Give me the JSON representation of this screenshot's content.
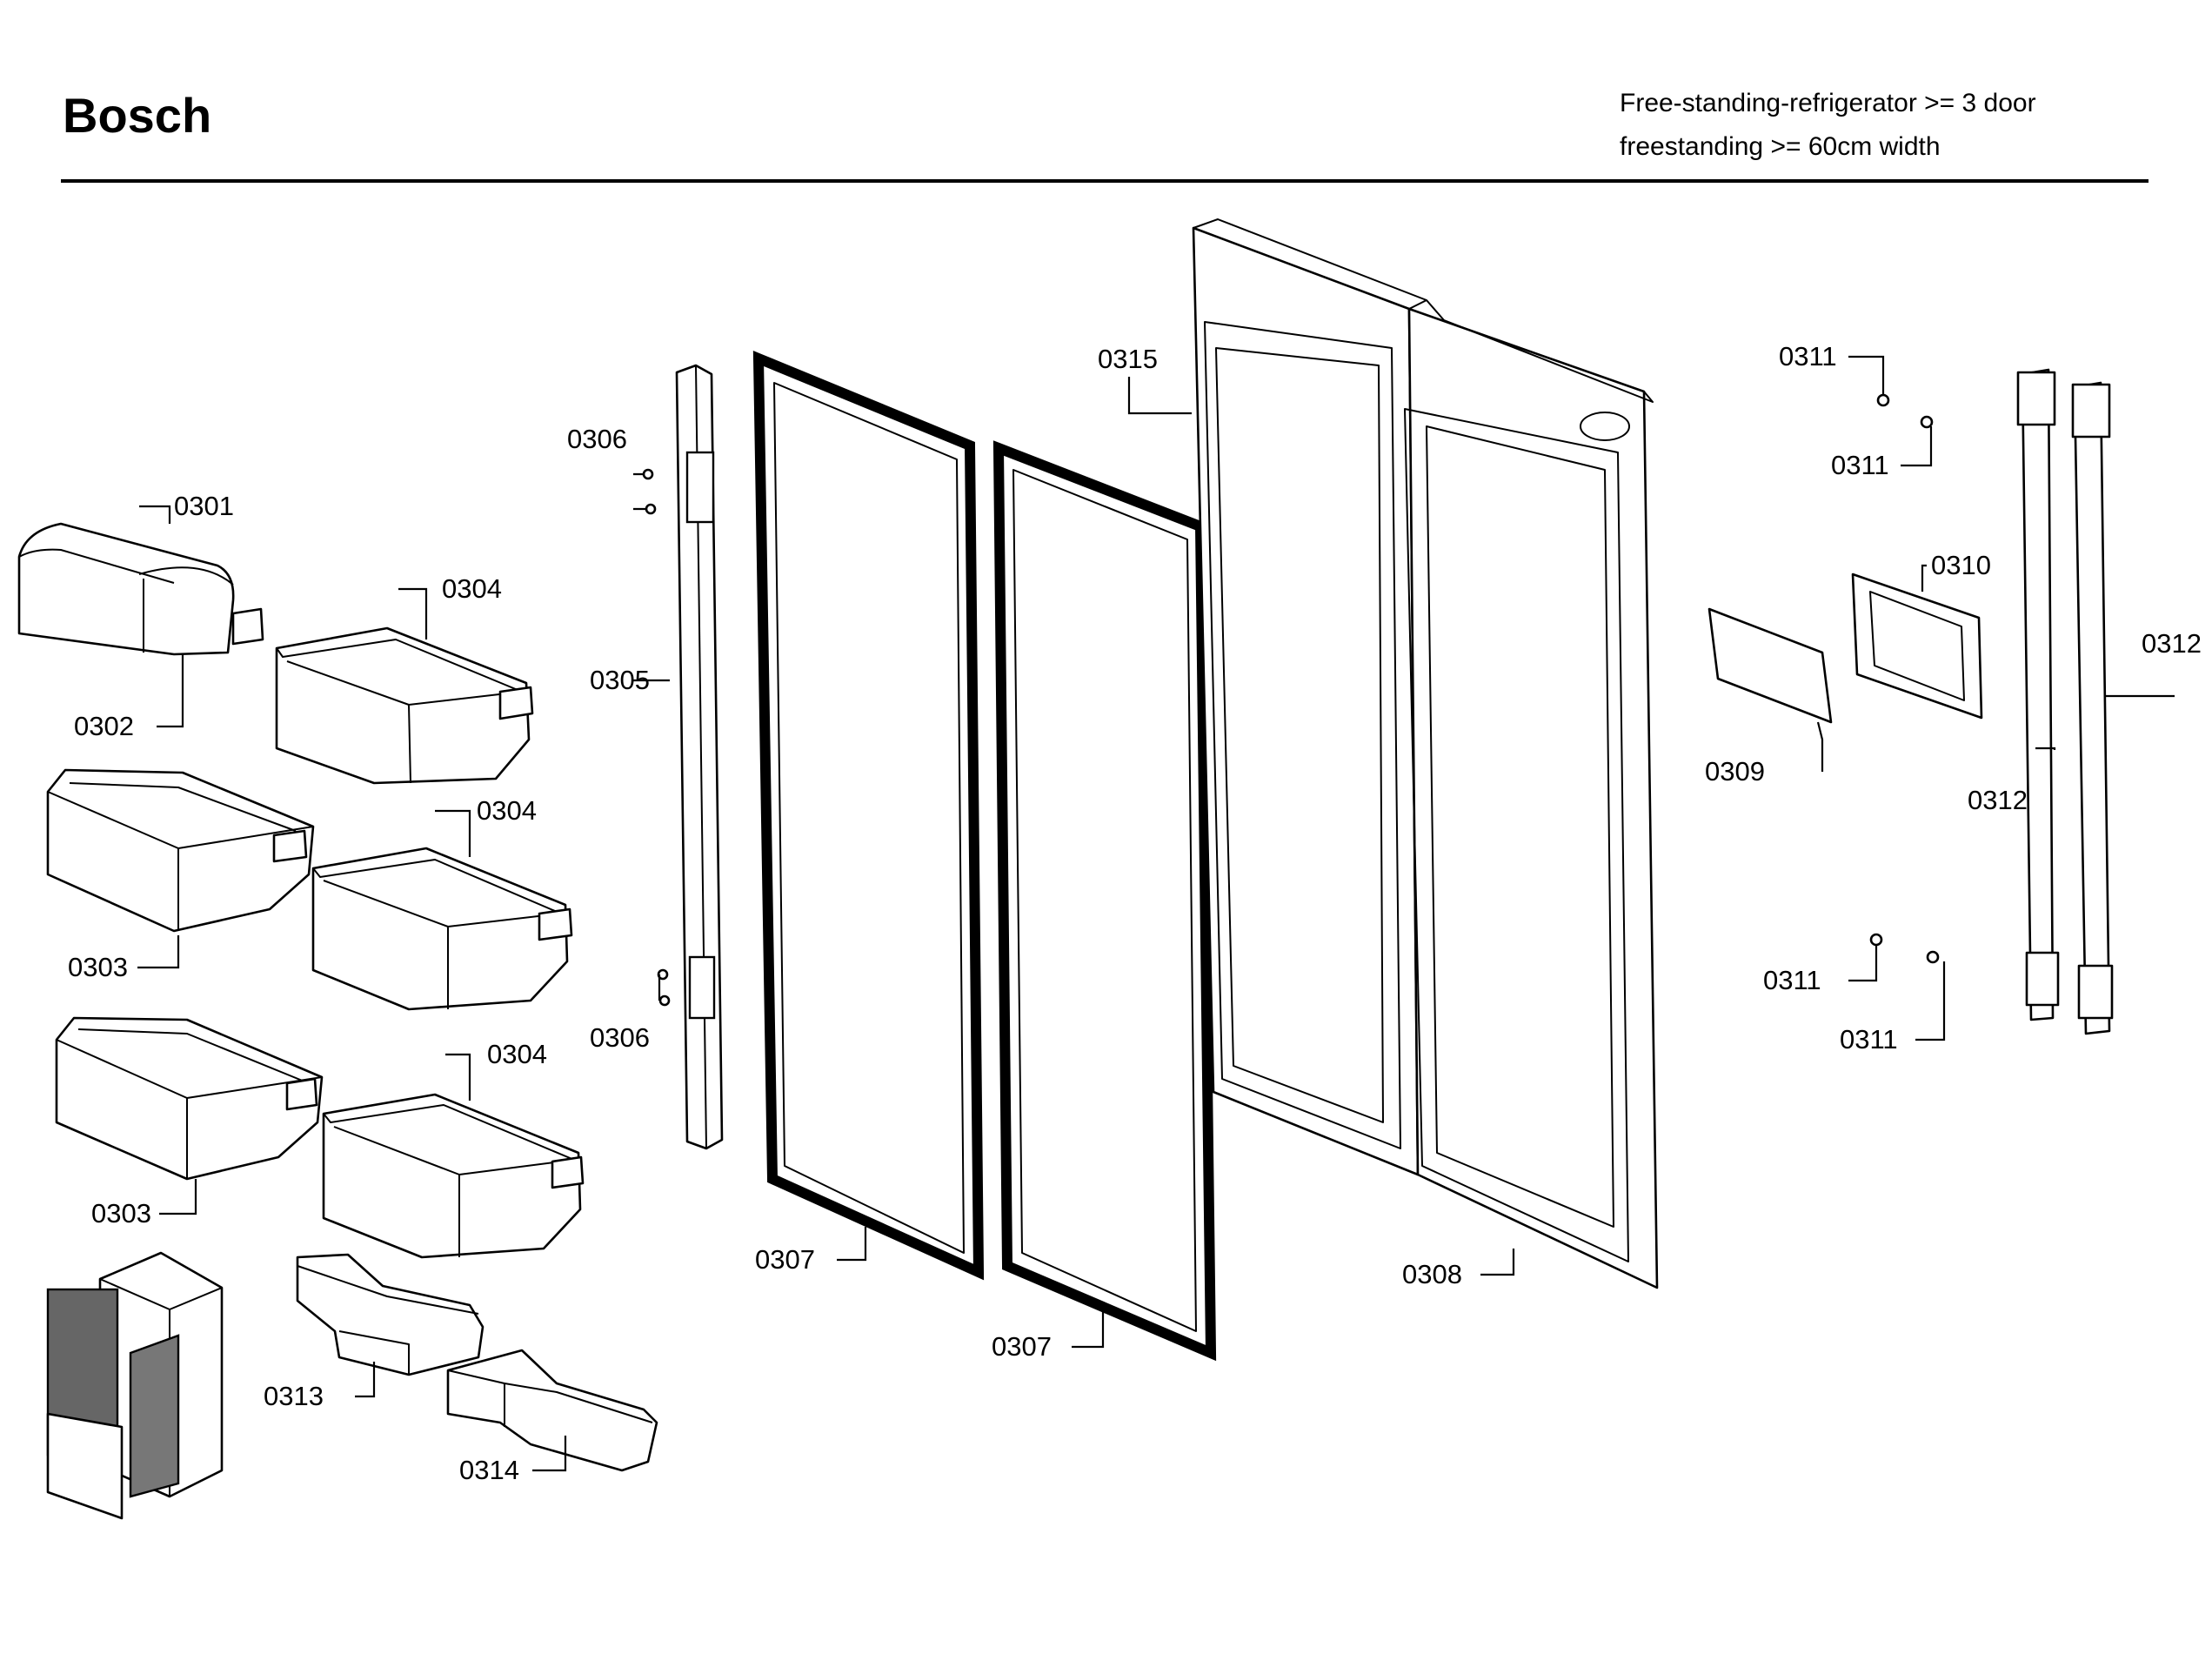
{
  "header": {
    "brand": "Bosch",
    "product_line1": "Free-standing-refrigerator >= 3 door",
    "product_line2": "freestanding >= 60cm width"
  },
  "parts": [
    {
      "id": "p0301",
      "label": "0301"
    },
    {
      "id": "p0302",
      "label": "0302"
    },
    {
      "id": "p0303a",
      "label": "0303"
    },
    {
      "id": "p0303b",
      "label": "0303"
    },
    {
      "id": "p0304a",
      "label": "0304"
    },
    {
      "id": "p0304b",
      "label": "0304"
    },
    {
      "id": "p0304c",
      "label": "0304"
    },
    {
      "id": "p0305",
      "label": "0305"
    },
    {
      "id": "p0306a",
      "label": "0306"
    },
    {
      "id": "p0306b",
      "label": "0306"
    },
    {
      "id": "p0307a",
      "label": "0307"
    },
    {
      "id": "p0307b",
      "label": "0307"
    },
    {
      "id": "p0308",
      "label": "0308"
    },
    {
      "id": "p0309",
      "label": "0309"
    },
    {
      "id": "p0310",
      "label": "0310"
    },
    {
      "id": "p0311a",
      "label": "0311"
    },
    {
      "id": "p0311b",
      "label": "0311"
    },
    {
      "id": "p0311c",
      "label": "0311"
    },
    {
      "id": "p0311d",
      "label": "0311"
    },
    {
      "id": "p0312a",
      "label": "0312"
    },
    {
      "id": "p0312b",
      "label": "0312"
    },
    {
      "id": "p0313",
      "label": "0313"
    },
    {
      "id": "p0314",
      "label": "0314"
    },
    {
      "id": "p0315",
      "label": "0315"
    }
  ]
}
